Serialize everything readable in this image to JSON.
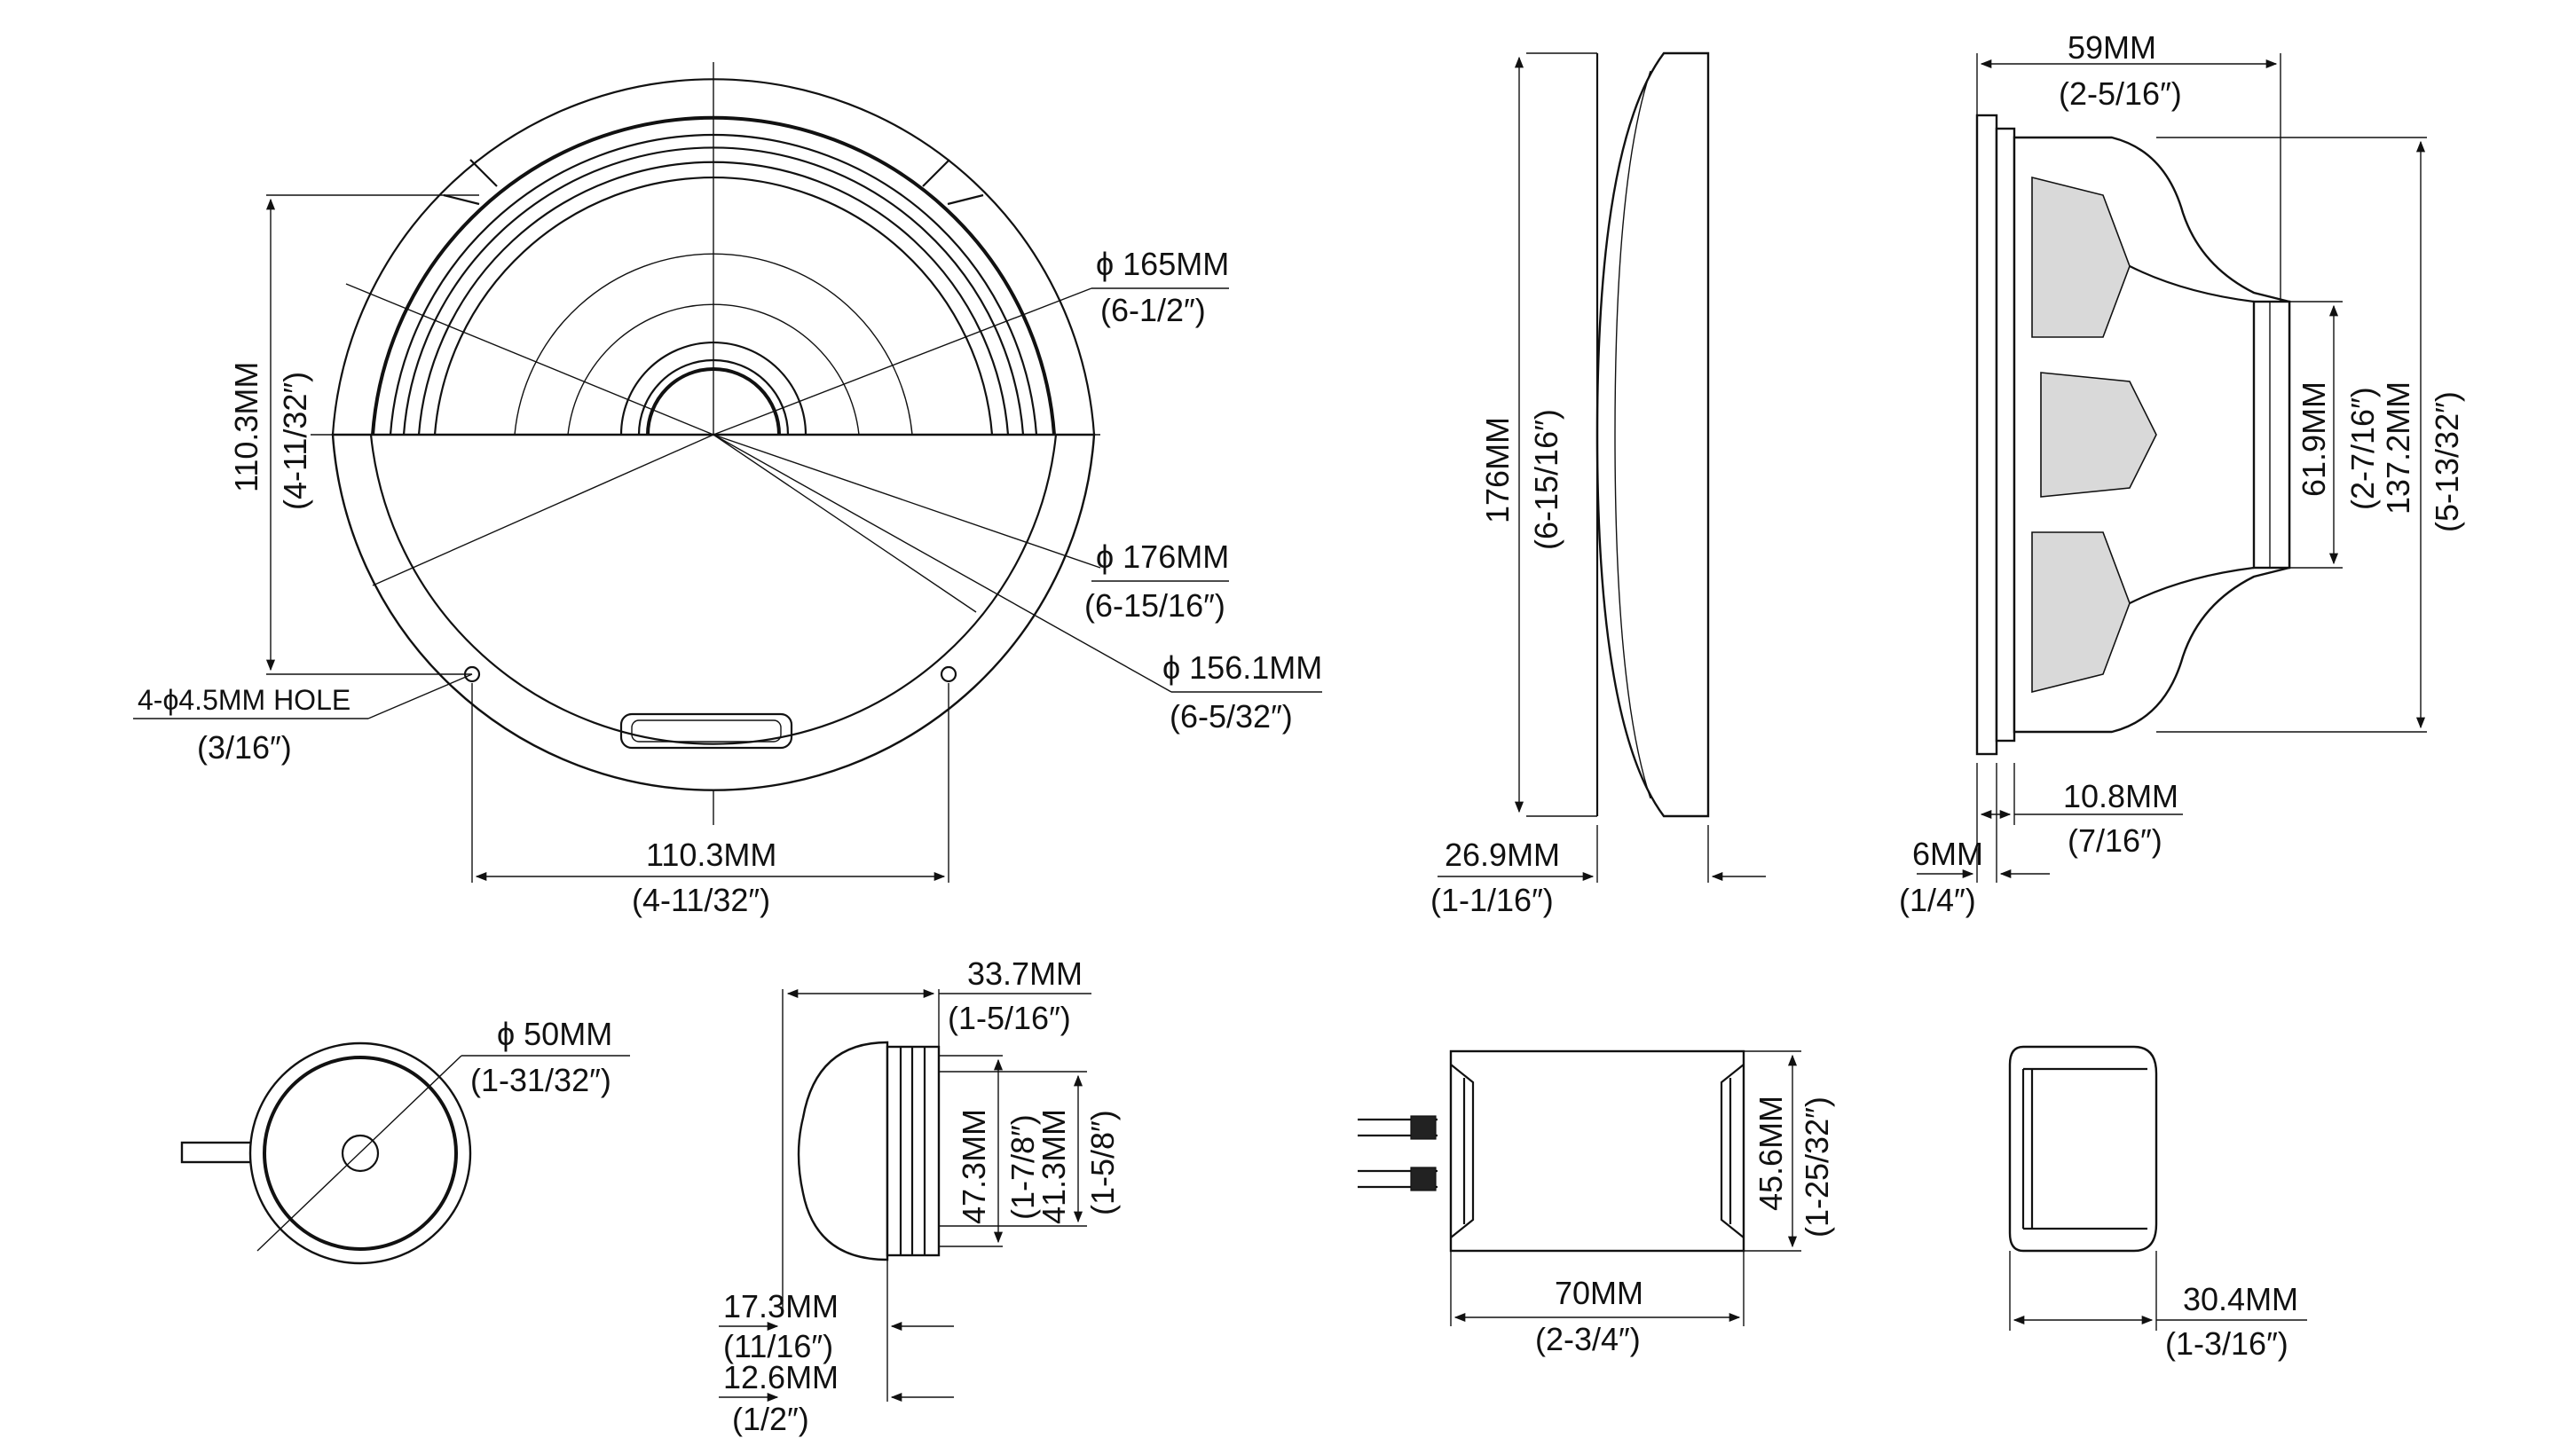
{
  "labels": {
    "woofer_face": {
      "d165": "ϕ 165MM",
      "d165_in": "(6-1/2″)",
      "d176": "ϕ 176MM",
      "d176_in": "(6-15/16″)",
      "d156": "ϕ 156.1MM",
      "d156_in": "(6-5/32″)",
      "hole": "4-ϕ4.5MM HOLE",
      "hole_in": "(3/16″)",
      "h110": "110.3MM",
      "h110_in": "(4-11/32″)",
      "w110": "110.3MM",
      "w110_in": "(4-11/32″)"
    },
    "grille_side": {
      "h176": "176MM",
      "h176_in": "(6-15/16″)",
      "d26": "26.9MM",
      "d26_in": "(1-1/16″)"
    },
    "woofer_side": {
      "d59": "59MM",
      "d59_in": "(2-5/16″)",
      "h61": "61.9MM",
      "h61_in": "(2-7/16″)",
      "h137": "137.2MM",
      "h137_in": "(5-13/32″)",
      "d10": "10.8MM",
      "d10_in": "(7/16″)",
      "d6": "6MM",
      "d6_in": "(1/4″)"
    },
    "tweeter_front": {
      "d50": "ϕ 50MM",
      "d50_in": "(1-31/32″)"
    },
    "tweeter_side": {
      "d33": "33.7MM",
      "d33_in": "(1-5/16″)",
      "h47": "47.3MM",
      "h47_in": "(1-7/8″)",
      "h41": "41.3MM",
      "h41_in": "(1-5/8″)",
      "d17": "17.3MM",
      "d17_in": "(11/16″)",
      "d12": "12.6MM",
      "d12_in": "(1/2″)"
    },
    "crossover_top": {
      "w70": "70MM",
      "w70_in": "(2-3/4″)",
      "h45": "45.6MM",
      "h45_in": "(1-25/32″)"
    },
    "crossover_side": {
      "d30": "30.4MM",
      "d30_in": "(1-3/16″)"
    }
  }
}
